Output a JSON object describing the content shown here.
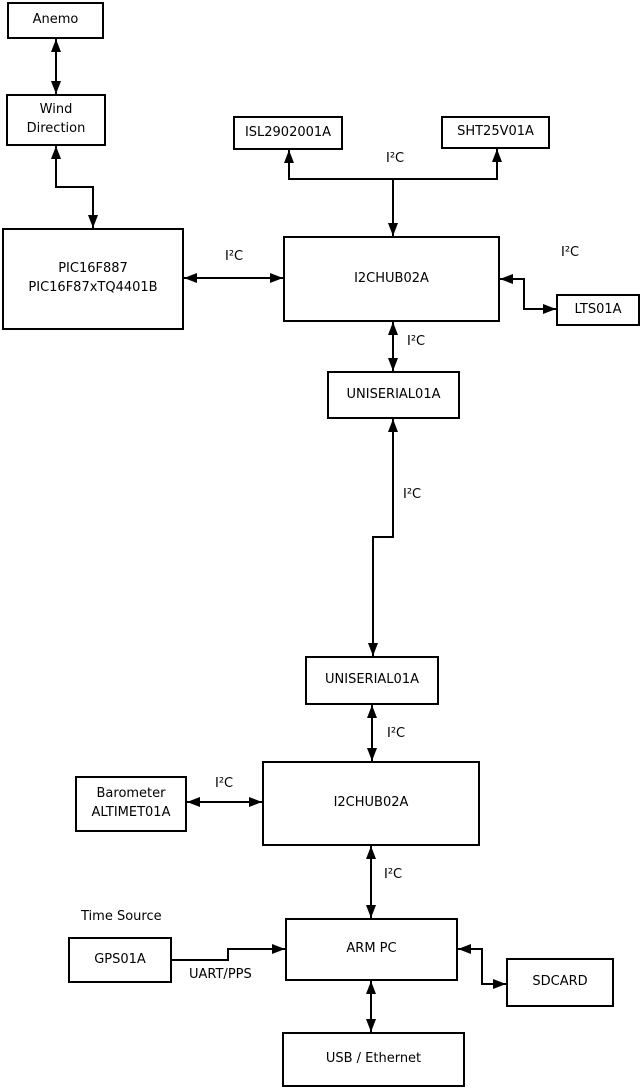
{
  "nodes": {
    "anemo": "Anemo",
    "wind_direction": "Wind\nDirection",
    "pic": "PIC16F887\nPIC16F87xTQ4401B",
    "isl": "ISL2902001A",
    "sht": "SHT25V01A",
    "hub_top": "I2CHUB02A",
    "lts": "LTS01A",
    "uniserial_top": "UNISERIAL01A",
    "uniserial_bottom": "UNISERIAL01A",
    "hub_bottom": "I2CHUB02A",
    "barometer": "Barometer\nALTIMET01A",
    "gps": "GPS01A",
    "arm_pc": "ARM PC",
    "sdcard": "SDCARD",
    "usb_ethernet": "USB / Ethernet"
  },
  "edge_labels": {
    "i2c_sensors": "I²C",
    "i2c_pic_hub": "I²C",
    "i2c_hub_lts": "I²C",
    "i2c_hub_uniserial": "I²C",
    "i2c_uniserial_link": "I²C",
    "i2c_uniserial_hub2": "I²C",
    "i2c_barometer_hub2": "I²C",
    "i2c_hub2_arm": "I²C",
    "time_source": "Time Source",
    "uart_pps": "UART/PPS"
  },
  "colors": {
    "line": "#000000",
    "box_border": "#000000",
    "box_fill": "#ffffff",
    "background": "#ffffff",
    "text": "#000000"
  }
}
